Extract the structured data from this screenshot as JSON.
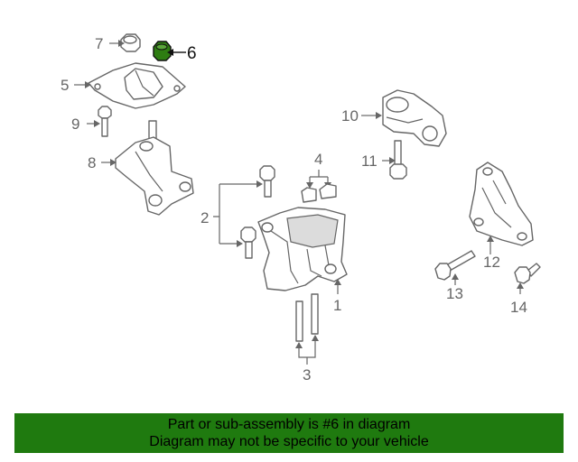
{
  "callouts": {
    "c1": "1",
    "c2": "2",
    "c3": "3",
    "c4": "4",
    "c5": "5",
    "c6": "6",
    "c7": "7",
    "c8": "8",
    "c9": "9",
    "c10": "10",
    "c11": "11",
    "c12": "12",
    "c13": "13",
    "c14": "14"
  },
  "highlight_color": "#2e7d12",
  "banner": {
    "line1": "Part or sub-assembly is #6 in diagram",
    "line2": "Diagram may not be specific to your vehicle",
    "background": "#1f7a0f"
  }
}
